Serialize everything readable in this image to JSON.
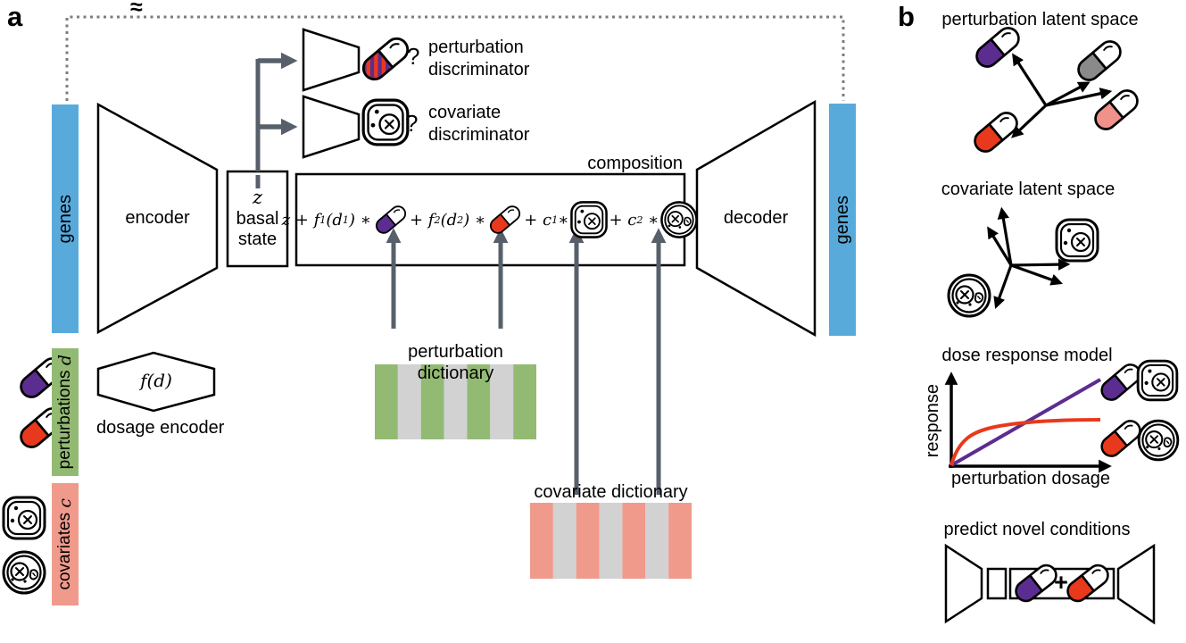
{
  "colors": {
    "genes_bar": "#58AADB",
    "perturbations_bar": "#93BA73",
    "covariates_bar": "#F09A8C",
    "purple": "#5C2D91",
    "red": "#E8391D",
    "pink": "#F0918A",
    "gray_pill": "#8A8A8A",
    "arrow_gray": "#57606A",
    "stripe_gray": "#D2D2D2",
    "dict_green": "#93BA73",
    "dict_pink": "#F09A8C",
    "dotted_line": "#7C7C7C"
  },
  "panel_a": {
    "label": "a",
    "approx_symbol": "≈",
    "genes_input_label": "genes",
    "genes_output_label": "genes",
    "encoder_label": "encoder",
    "decoder_label": "decoder",
    "z_box": {
      "line1": "z",
      "line2": "basal",
      "line3": "state"
    },
    "perturbation_discriminator": {
      "line1": "perturbation",
      "line2": "discriminator",
      "question_mark": "?"
    },
    "covariate_discriminator": {
      "line1": "covariate",
      "line2": "discriminator",
      "question_mark": "?"
    },
    "composition": {
      "label": "composition",
      "terms": [
        {
          "pre": "z + f",
          "sub1": "1",
          "mid": "(d",
          "sub2": "1",
          "post": ") ∗"
        },
        {
          "pre": "+ f",
          "sub1": "2",
          "mid": "(d",
          "sub2": "2",
          "post": ") ∗"
        },
        {
          "pre": "+ c",
          "sub1": "1",
          "mid": "",
          "sub2": "",
          "post": "∗"
        },
        {
          "pre": "+ c",
          "sub1": "2",
          "mid": "",
          "sub2": "",
          "post": " ∗"
        }
      ]
    },
    "perturbation_dictionary_label": "perturbation dictionary",
    "covariate_dictionary_label": "covariate dictionary",
    "perturbations_bar": {
      "text": "perturbations ",
      "var": "d"
    },
    "dosage_encoder": {
      "function_label": "f(d)",
      "label": "dosage encoder"
    },
    "covariates_bar": {
      "text": "covariates ",
      "var": "c"
    }
  },
  "panel_b": {
    "label": "b",
    "perturbation_latent_space": {
      "title": "perturbation latent space"
    },
    "covariate_latent_space": {
      "title": "covariate latent space"
    },
    "dose_response": {
      "title": "dose response model",
      "ylabel": "response",
      "xlabel": "perturbation dosage"
    },
    "predict_novel": {
      "title": "predict novel conditions",
      "plus": "+"
    }
  }
}
